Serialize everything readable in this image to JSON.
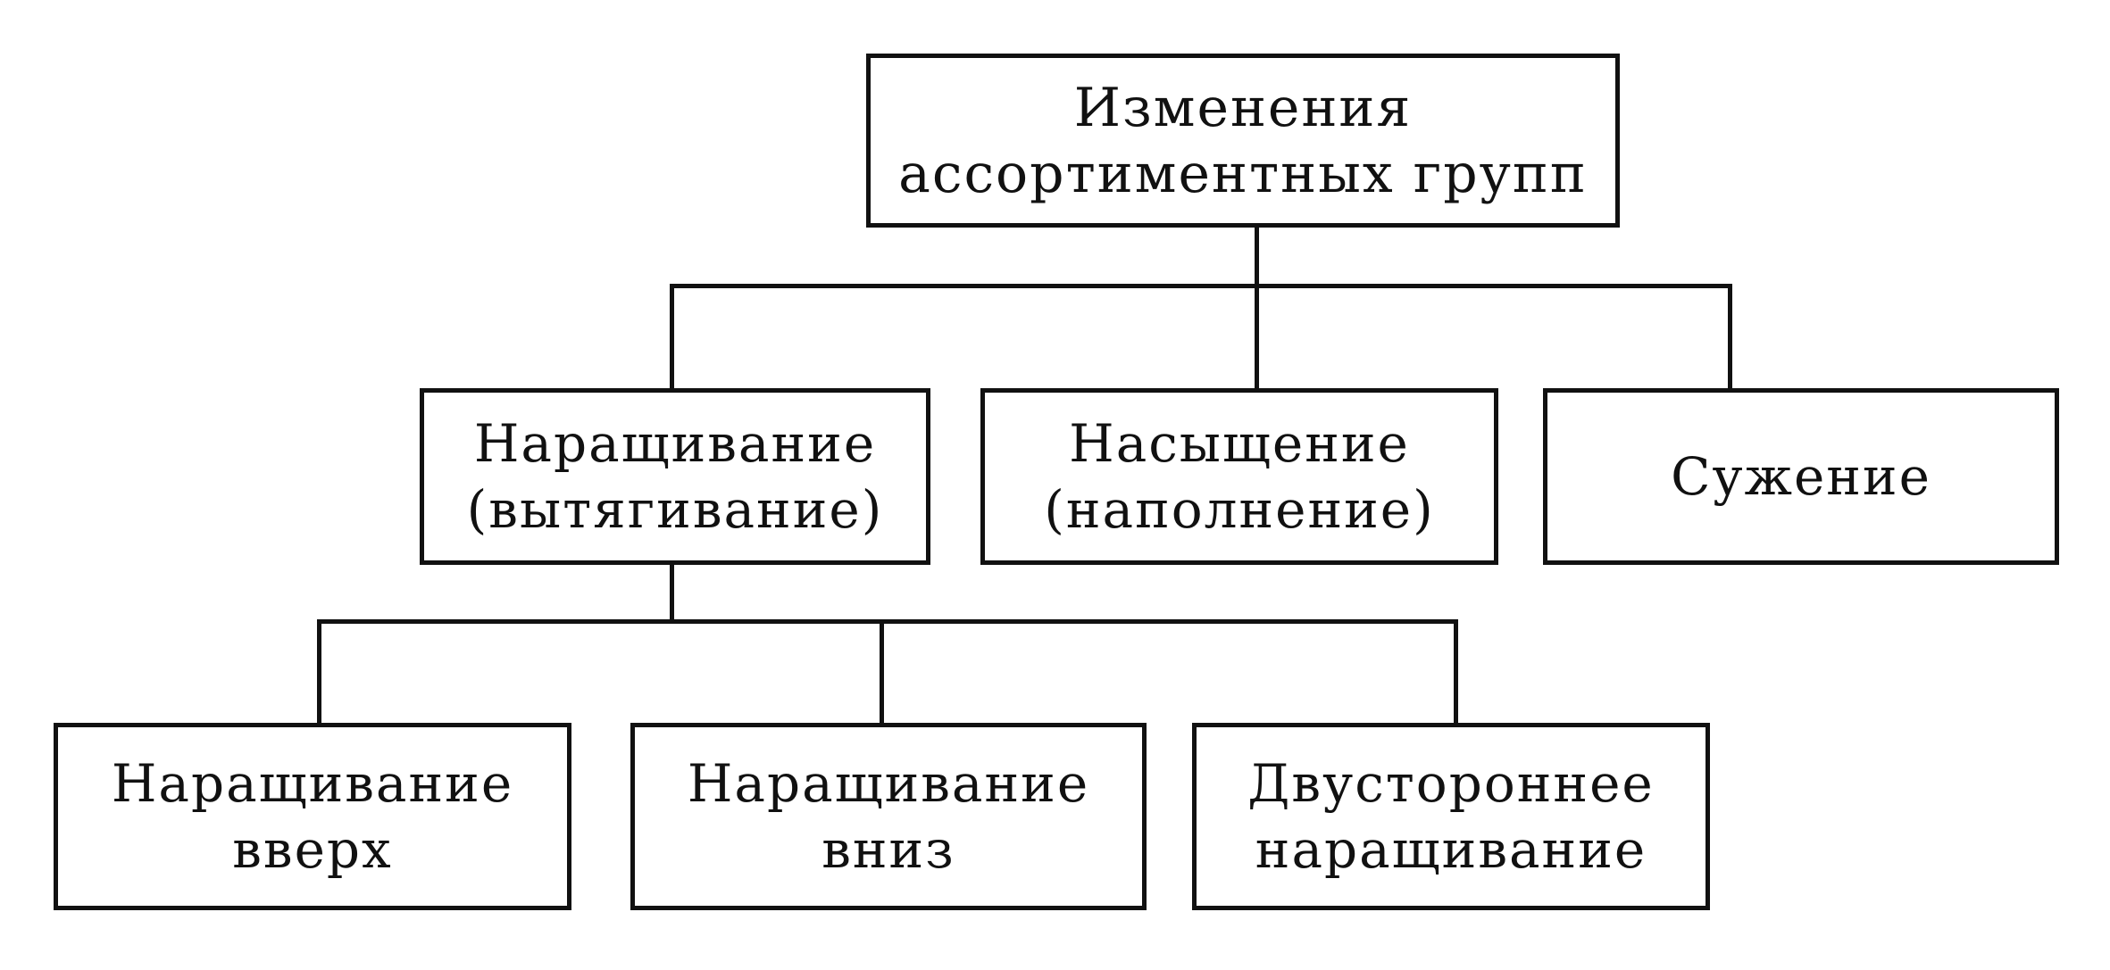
{
  "diagram": {
    "root": {
      "lines": [
        "Изменения",
        "ассортиментных групп"
      ]
    },
    "level1": [
      {
        "lines": [
          "Наращивание",
          "(вытягивание)"
        ]
      },
      {
        "lines": [
          "Насыщение",
          "(наполнение)"
        ]
      },
      {
        "lines": [
          "Сужение"
        ]
      }
    ],
    "level2": [
      {
        "lines": [
          "Наращивание",
          "вверх"
        ]
      },
      {
        "lines": [
          "Наращивание",
          "вниз"
        ]
      },
      {
        "lines": [
          "Двустороннее",
          "наращивание"
        ]
      }
    ]
  }
}
